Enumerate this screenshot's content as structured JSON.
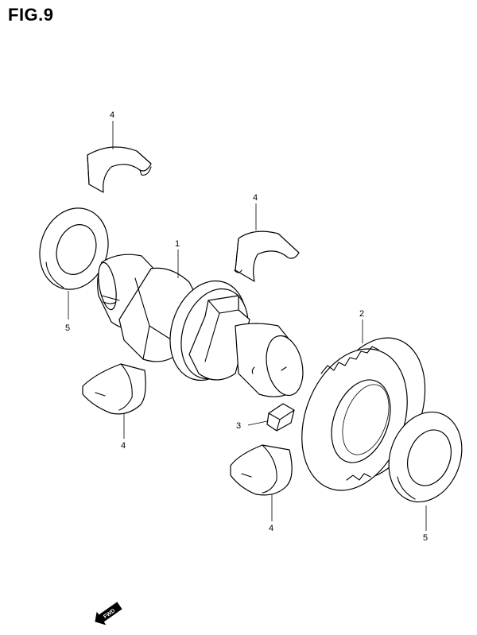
{
  "figure": {
    "title": "FIG.9"
  },
  "callouts": [
    {
      "id": "c1",
      "label": "1"
    },
    {
      "id": "c2",
      "label": "2"
    },
    {
      "id": "c3",
      "label": "3"
    },
    {
      "id": "c4a",
      "label": "4"
    },
    {
      "id": "c4b",
      "label": "4"
    },
    {
      "id": "c4c",
      "label": "4"
    },
    {
      "id": "c4d",
      "label": "4"
    },
    {
      "id": "c5a",
      "label": "5"
    },
    {
      "id": "c5b",
      "label": "5"
    }
  ],
  "direction_badge": {
    "label": "FWD"
  }
}
